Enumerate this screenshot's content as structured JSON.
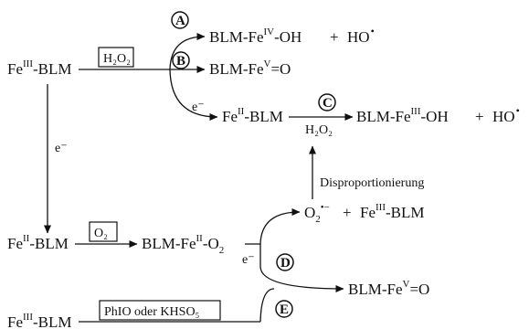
{
  "species": {
    "fe3_blm": "BLM",
    "fe2_blm_mid": "BLM",
    "fe2_blm_low": "BLM",
    "fe3_blm_bottom": "BLM",
    "fe3_blm_right": "BLM",
    "prod_a": "BLM-Fe",
    "prod_a_tail": "-OH",
    "prod_b": "BLM-Fe",
    "prod_b_tail": "=O",
    "prod_c": "BLM-Fe",
    "prod_c_tail": "-OH",
    "peroxo": "BLM-Fe",
    "peroxo_tail": "-O",
    "prod_e": "BLM-Fe",
    "prod_e_tail": "=O",
    "superoxide": "O",
    "ho": "HO",
    "ho_c": "HO",
    "plus": "+"
  },
  "oxidation_states": {
    "III": "III",
    "II": "II",
    "IV": "IV",
    "V": "V"
  },
  "reagents": {
    "h2o2": "H₂O₂",
    "o2": "O₂",
    "phio": "PhIO oder KHSO₅",
    "electron": "e⁻",
    "disproportionation": "Disproportionierung"
  },
  "pathways": [
    "A",
    "B",
    "C",
    "D",
    "E"
  ]
}
